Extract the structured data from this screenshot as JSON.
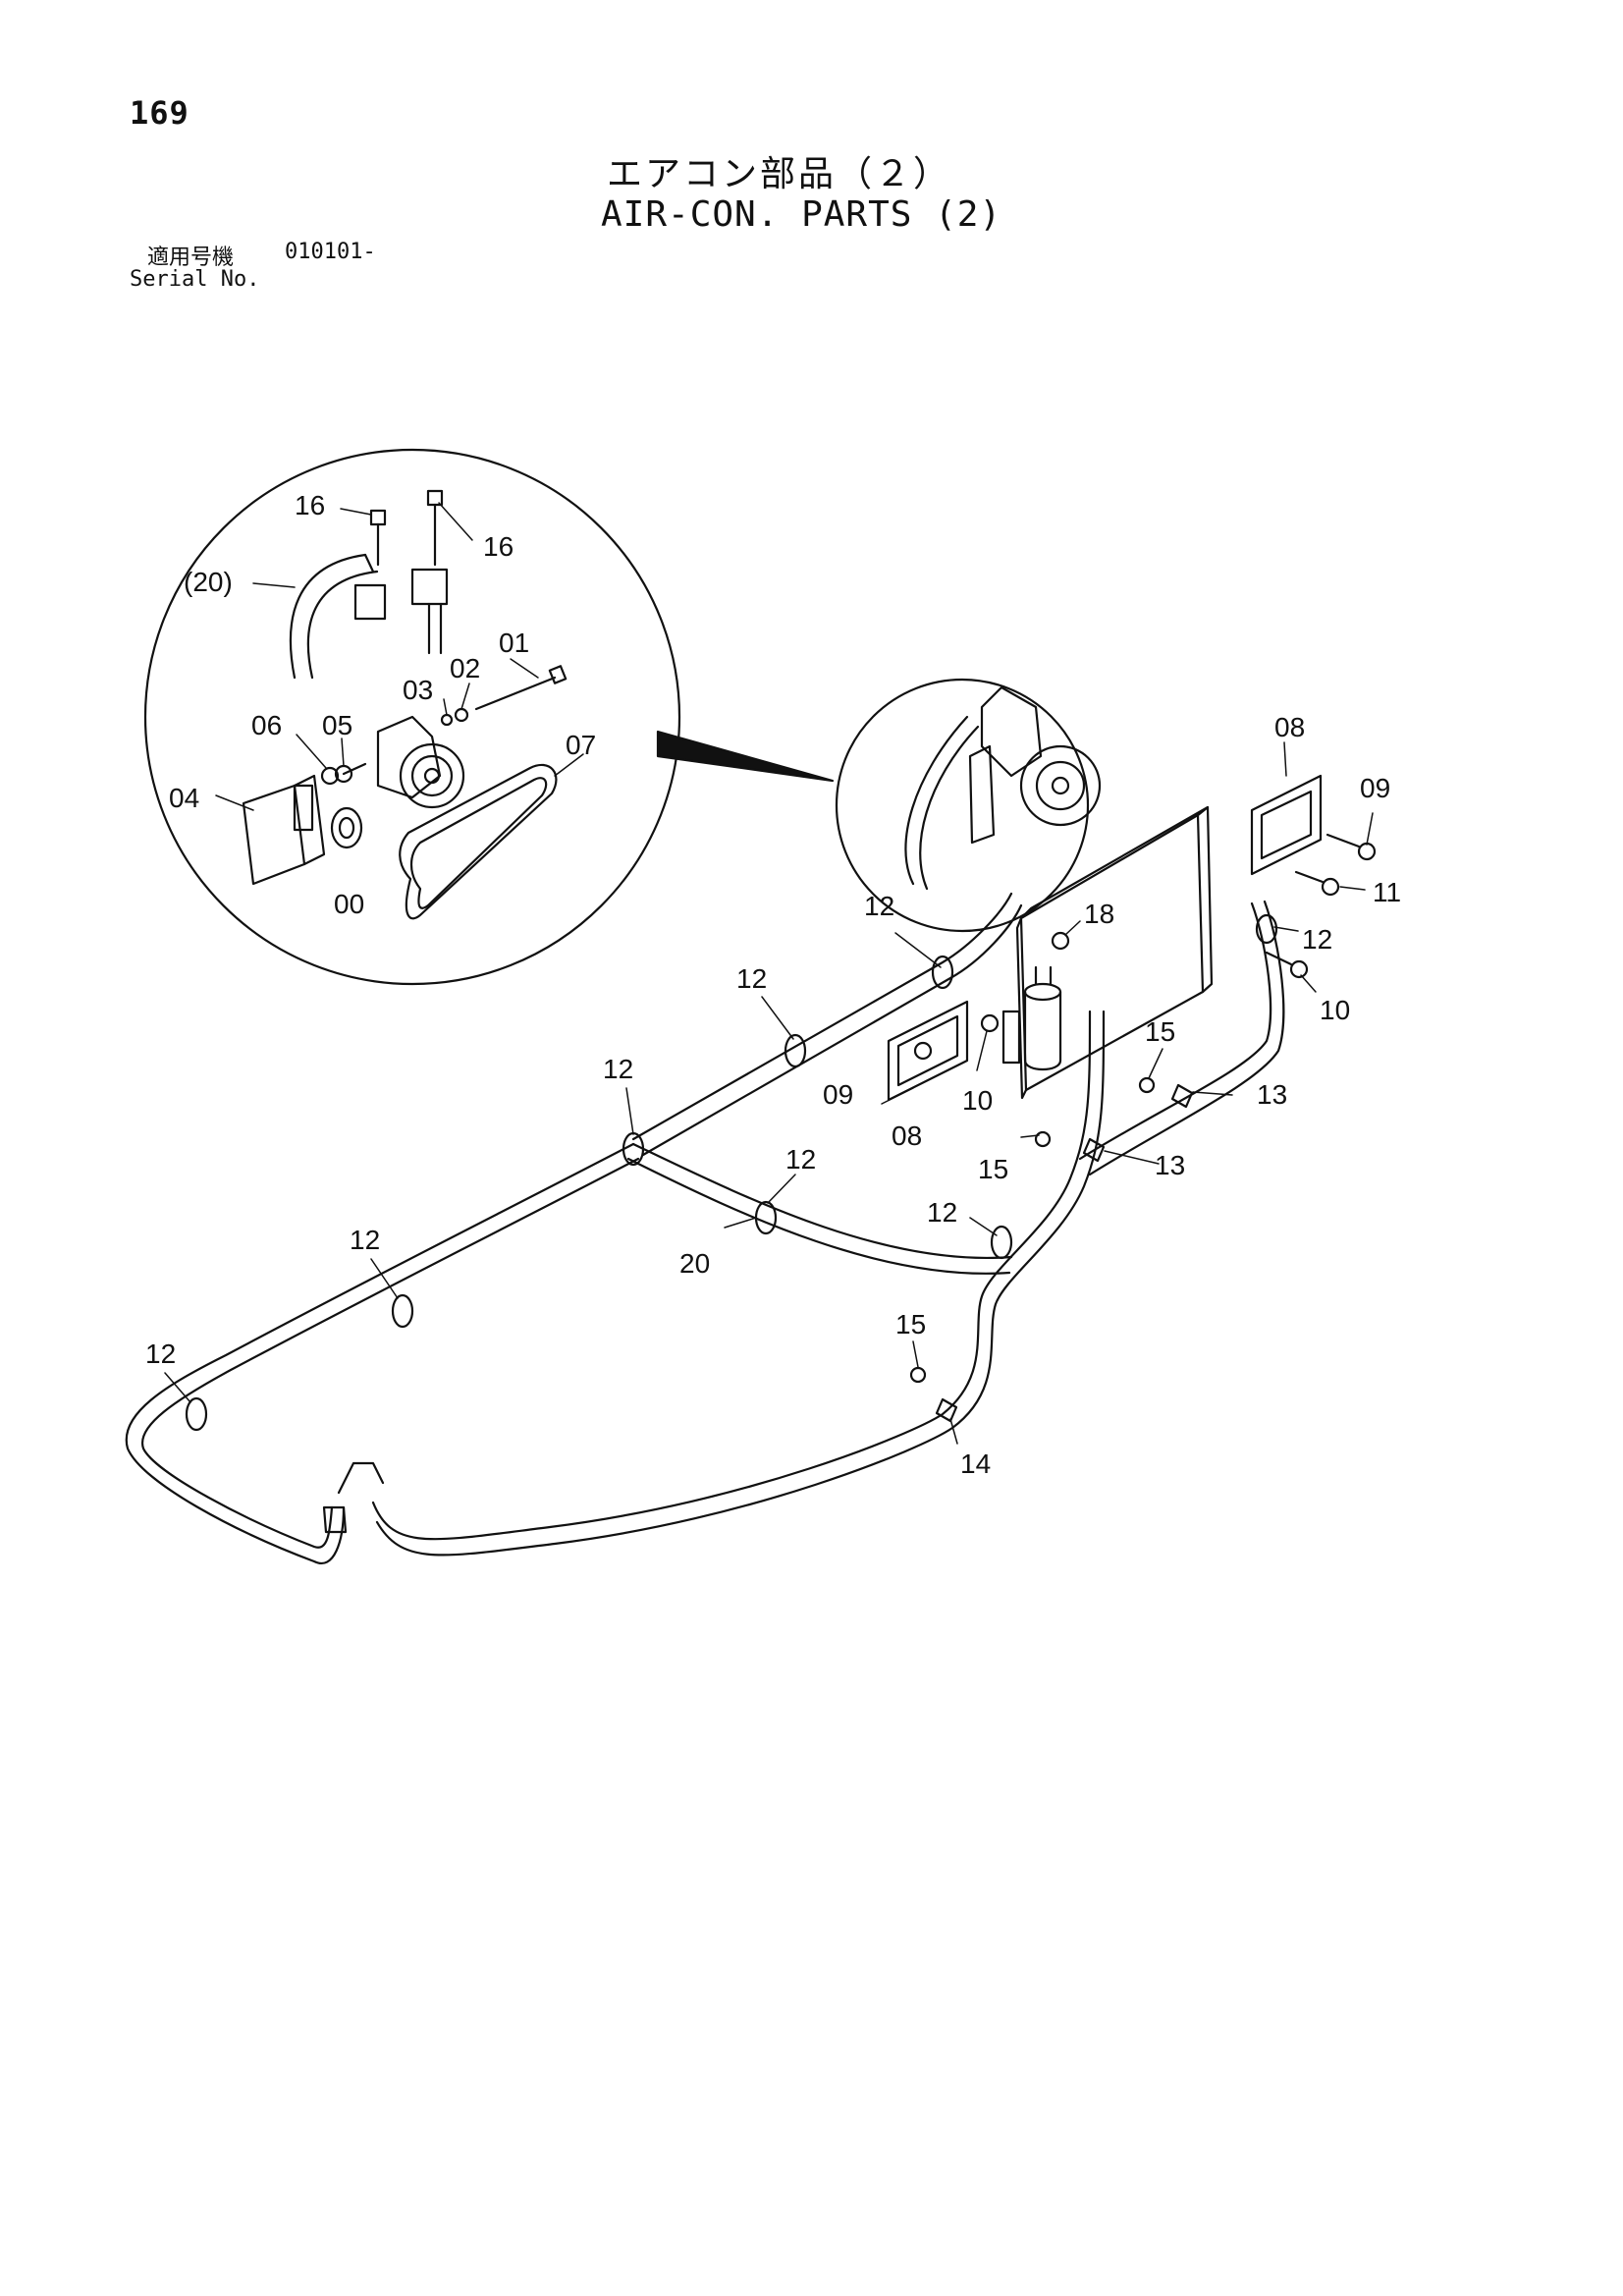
{
  "page_number": "169",
  "title_jp": "エアコン部品（２）",
  "title_en": "AIR-CON. PARTS (2)",
  "serial_label_jp": "適用号機",
  "serial_value": "010101-",
  "serial_label_en": "Serial No.",
  "callouts": {
    "c16a": "16",
    "c16b": "16",
    "c20p": "(20)",
    "c01": "01",
    "c02": "02",
    "c03": "03",
    "c06": "06",
    "c05": "05",
    "c07": "07",
    "c04": "04",
    "c00": "00",
    "c08a": "08",
    "c09a": "09",
    "c11": "11",
    "c12a": "12",
    "c18": "18",
    "c12b": "12",
    "c10a": "10",
    "c12c": "12",
    "c09b": "09",
    "c10b": "10",
    "c08b": "08",
    "c15a": "15",
    "c13a": "13",
    "c12d": "12",
    "c15b": "15",
    "c13b": "13",
    "c12e": "12",
    "c12f": "12",
    "c20": "20",
    "c12g": "12",
    "c12h": "12",
    "c15c": "15",
    "c14": "14"
  }
}
